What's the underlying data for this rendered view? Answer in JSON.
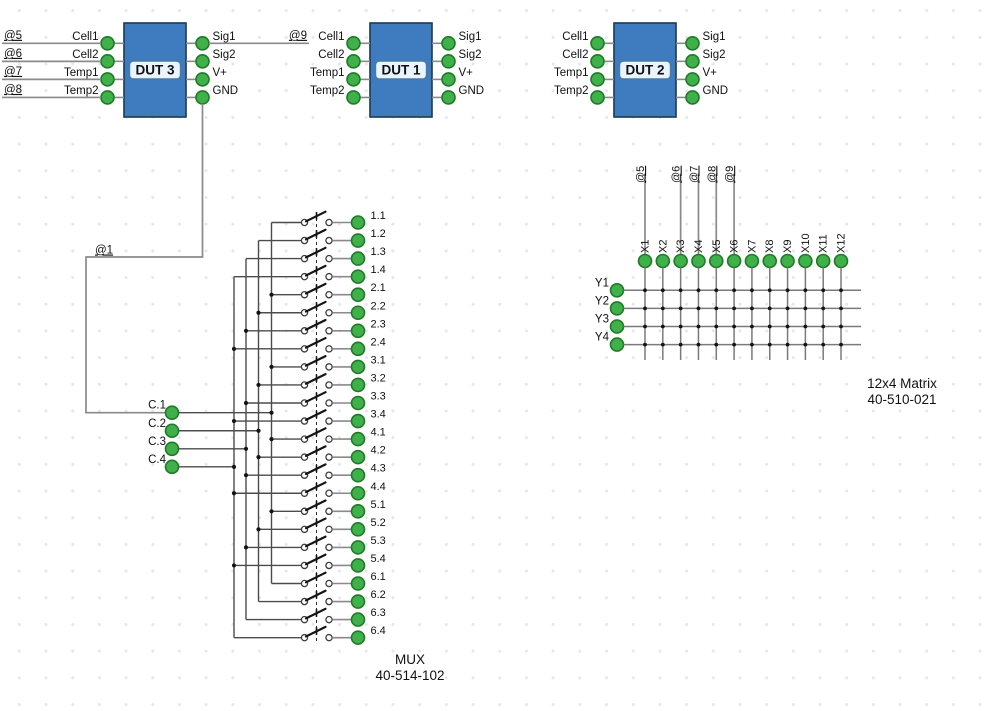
{
  "colors": {
    "block_fill": "#3e7bbf",
    "block_border": "#1c3951",
    "pill_bg": "#eaf4fc",
    "pill_border": "#4a7aa6",
    "pin_fill": "#3fb04a",
    "pin_border": "#1f7a26",
    "wire": "#8a8a8a",
    "bus": "#4c4c4c",
    "switch_arm": "#141414",
    "text": "#111111"
  },
  "duts": [
    {
      "name": "DUT 3",
      "left_pins": [
        "Cell1",
        "Cell2",
        "Temp1",
        "Temp2"
      ],
      "right_pins": [
        "Sig1",
        "Sig2",
        "V+",
        "GND"
      ],
      "left_nets": [
        "@5",
        "@6",
        "@7",
        "@8"
      ],
      "sig1_net": "@9"
    },
    {
      "name": "DUT 1",
      "left_pins": [
        "Cell1",
        "Cell2",
        "Temp1",
        "Temp2"
      ],
      "right_pins": [
        "Sig1",
        "Sig2",
        "V+",
        "GND"
      ]
    },
    {
      "name": "DUT 2",
      "left_pins": [
        "Cell1",
        "Cell2",
        "Temp1",
        "Temp2"
      ],
      "right_pins": [
        "Sig1",
        "Sig2",
        "V+",
        "GND"
      ]
    }
  ],
  "mux": {
    "caption_line1": "MUX",
    "caption_line2": "40-514-102",
    "net_label": "@1",
    "inputs": [
      "C.1",
      "C.2",
      "C.3",
      "C.4"
    ],
    "outputs": [
      "1.1",
      "1.2",
      "1.3",
      "1.4",
      "2.1",
      "2.2",
      "2.3",
      "2.4",
      "3.1",
      "3.2",
      "3.3",
      "3.4",
      "4.1",
      "4.2",
      "4.3",
      "4.4",
      "5.1",
      "5.2",
      "5.3",
      "5.4",
      "6.1",
      "6.2",
      "6.3",
      "6.4"
    ]
  },
  "matrix": {
    "caption_line1": "12x4 Matrix",
    "caption_line2": "40-510-021",
    "columns": [
      "X1",
      "X2",
      "X3",
      "X4",
      "X5",
      "X6",
      "X7",
      "X8",
      "X9",
      "X10",
      "X11",
      "X12"
    ],
    "rows": [
      "Y1",
      "Y2",
      "Y3",
      "Y4"
    ],
    "column_nets": [
      {
        "column": "X1",
        "net": "@5"
      },
      {
        "column": "X3",
        "net": "@6"
      },
      {
        "column": "X4",
        "net": "@7"
      },
      {
        "column": "X5",
        "net": "@8"
      },
      {
        "column": "X6",
        "net": "@9"
      }
    ]
  }
}
